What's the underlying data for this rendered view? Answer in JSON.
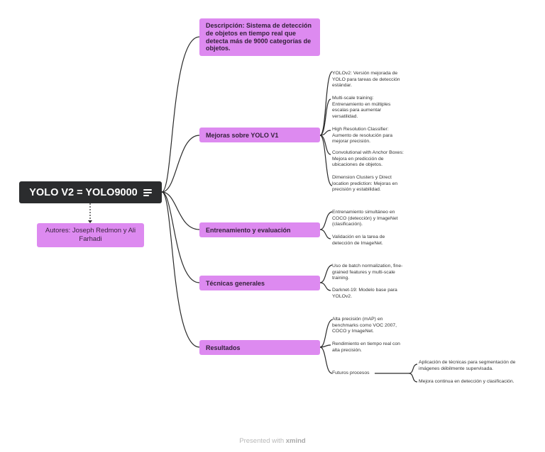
{
  "root": {
    "title": "YOLO V2 = YOLO9000",
    "menu_icon": "hamburger-lines-icon"
  },
  "authors": "Autores: Joseph Redmon y Ali Farhadi",
  "topics": {
    "descripcion": "Descripción: Sistema de detección de objetos en tiempo real que detecta más de 9000 categorías de objetos.",
    "mejoras": "Mejoras sobre YOLO V1",
    "entrenamiento": "Entrenamiento y evaluación",
    "tecnicas": "Técnicas generales",
    "resultados": "Resultados"
  },
  "mejoras_items": [
    "YOLOv2: Versión mejorada de YOLO para tareas de detección estándar.",
    "Multi-scale training: Entrenamiento en múltiples escalas para aumentar versatilidad.",
    "High Resolution Classifier: Aumento de resolución para mejorar precisión.",
    "Convolutional with Anchor Boxes: Mejora en predicción de ubicaciones de objetos.",
    "Dimension Clusters y Direct location prediction: Mejoras en precisión y estabilidad."
  ],
  "entrenamiento_items": [
    "Entrenamiento simultáneo en COCO (detección) y ImageNet (clasificación).",
    "Validación en la tarea de detección de ImageNet."
  ],
  "tecnicas_items": [
    "Uso de batch normalization, fine-grained features y multi-scale training.",
    "Darknet-19: Modelo base para YOLOv2."
  ],
  "resultados_items": [
    "Alta precisión (mAP) en benchmarks como VOC 2007, COCO y ImageNet.",
    "Rendimiento en tiempo real con alta precisión.",
    "Futuros procesos"
  ],
  "futuros_items": [
    "Aplicación de técnicas para segmentación de imágenes débilmente supervisada.",
    "Mejora continua en detección y clasificación."
  ],
  "footer": {
    "prefix": "Presented with",
    "brand": "xmind"
  },
  "colors": {
    "root": "#2b2c2e",
    "topic": "#dd8af0",
    "line": "#2a2a2a"
  }
}
